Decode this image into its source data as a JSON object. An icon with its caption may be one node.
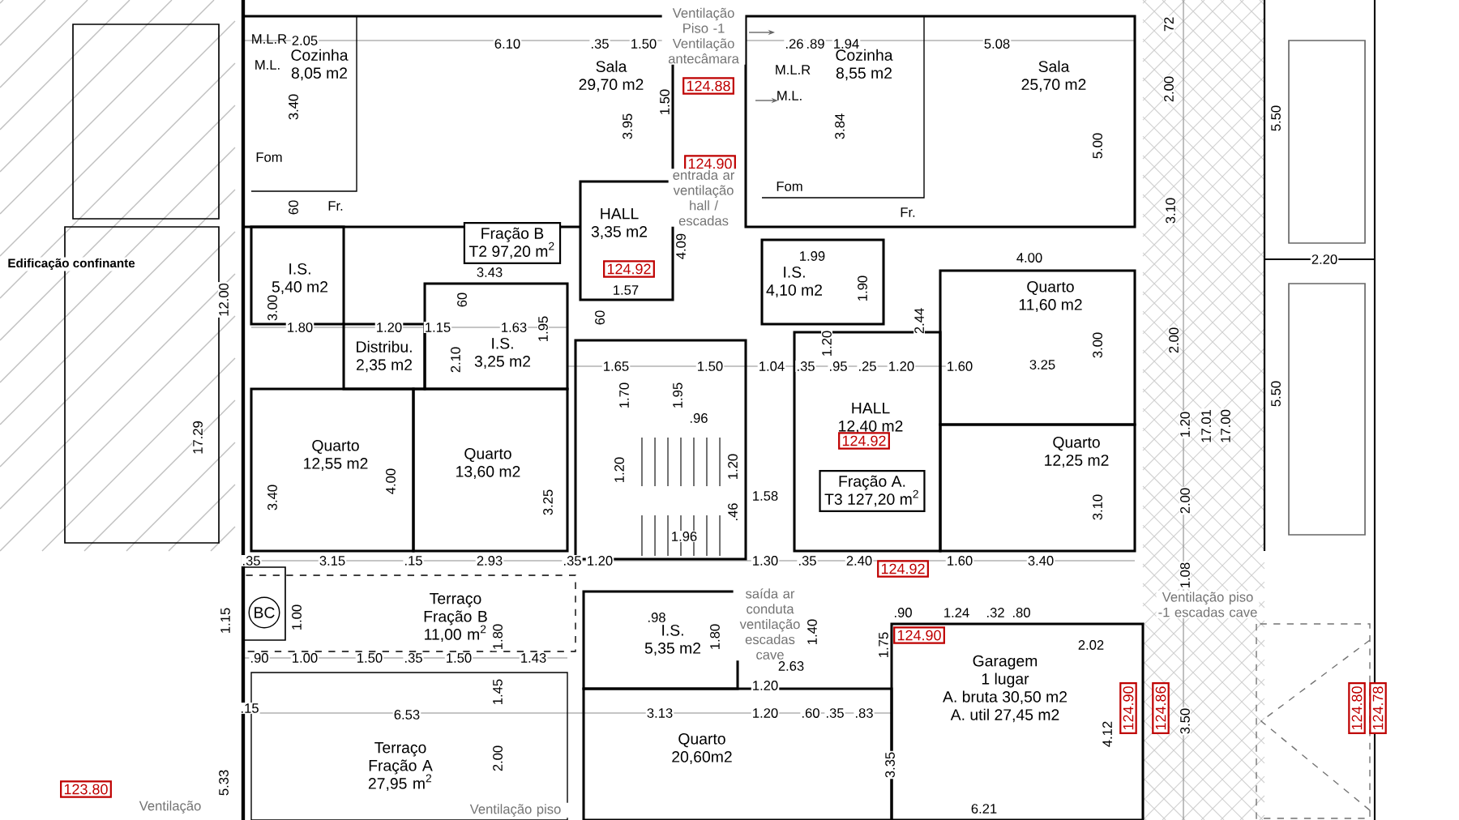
{
  "diagram": {
    "nodes": [
      {
        "text": [
          "Cozinha",
          "8,05 m2"
        ]
      },
      {
        "text": [
          "Sala",
          "29,70 m2"
        ]
      },
      {
        "text": [
          "Cozinha",
          "8,55 m2"
        ]
      },
      {
        "text": [
          "Sala",
          "25,70 m2"
        ]
      },
      {
        "text": [
          "Fração B",
          "T2 97,20 m$^{2}$"
        ]
      },
      {
        "text": [
          "HALL",
          "3,35 m2"
        ]
      },
      {
        "text": [
          "I.S.",
          "5,40 m2"
        ]
      },
      {
        "text": [
          "I.S.",
          "4,10 m2"
        ]
      },
      {
        "text": [
          "Quarto",
          "11,60 m2"
        ]
      },
      {
        "text": [
          "Distribu.",
          "2,35 m2"
        ]
      },
      {
        "text": [
          "I.S.",
          "3,25 m2"
        ]
      },
      {
        "text": [
          "HALL",
          "12,40 m2"
        ]
      },
      {
        "text": [
          "Quarto",
          "12,55 m2"
        ]
      },
      {
        "text": [
          "Quarto",
          "13,60 m2"
        ]
      },
      {
        "text": [
          "Quarto",
          "12,25 m2"
        ]
      },
      {
        "text": [
          "Fração A.",
          "T3 127,20 m$^{2}$"
        ]
      },
      {
        "text": [
          "BC"
        ]
      },
      {
        "text": [
          "Terraço Fração B",
          "11,00 m$^{2}$"
        ]
      },
      {
        "text": [
          "I.S.",
          "5,35 m2"
        ]
      },
      {
        "text": [
          "Quarto",
          "20,60m2"
        ]
      },
      {
        "text": [
          "Terraço Fração A",
          "27,95 m$^{2}$"
        ]
      },
      {
        "text": [
          "Garagem",
          "1 lugar",
          "A. bruta 30,50 m2",
          "A. util 27,45 m2"
        ]
      },
      {
        "text": [
          "124.88"
        ]
      },
      {
        "text": [
          "124.90"
        ]
      },
      {
        "text": [
          "124.92"
        ]
      },
      {
        "text": [
          "124.92"
        ]
      },
      {
        "text": [
          "124.92"
        ]
      },
      {
        "text": [
          "124.90"
        ]
      },
      {
        "text": [
          "123.80"
        ]
      },
      {
        "text": [
          "124.90"
        ]
      },
      {
        "text": [
          "124.86"
        ]
      },
      {
        "text": [
          "124.80"
        ]
      },
      {
        "text": [
          "124.78"
        ]
      }
    ],
    "labels": [
      "Edificação confinante",
      "M.L.R",
      "M.L.",
      "Fom",
      "Fr.",
      "M.L.R",
      "M.L.",
      "Fom",
      "Fr.",
      "Ventilação Piso -1 Ventilação antecâmara",
      "entrada ar ventilação hall / escadas",
      "saída ar conduta ventilação escadas cave",
      "Ventilação piso -1 escadas cave",
      "Ventilação",
      "Ventilação piso",
      "2.05",
      "6.10",
      ".35",
      "1.50",
      ".26",
      ".89",
      "1.94",
      "5.08",
      "72",
      "3.40",
      "3.95",
      "1.50",
      "3.84",
      "5.00",
      "2.00",
      "3.10",
      "2.00",
      "5.50",
      "2.20",
      "5.50",
      "4.00",
      "3.25",
      "3.00",
      "60",
      "4.09",
      "3.43",
      "1.57",
      "1.99",
      "1.90",
      "1.63",
      "1.95",
      "2.10",
      "60",
      "60",
      "1.80",
      "1.20",
      "1.15",
      "12.00",
      "3.00",
      "1.65",
      "1.50",
      "1.04",
      ".35",
      ".95",
      ".25",
      "1.20",
      "1.60",
      "2.44",
      "1.20",
      "1.70",
      "1.95",
      "17.29",
      "4.00",
      "3.40",
      "3.25",
      ".96",
      "1.20",
      "1.20",
      "1.58",
      ".46",
      "1.96",
      "3.10",
      "1.20",
      "17.01",
      "17.00",
      "2.00",
      "1.08",
      ".35",
      "3.15",
      ".15",
      "2.93",
      ".35",
      "1.20",
      "1.30",
      ".35",
      "2.40",
      "1.60",
      "3.40",
      "1.15",
      "1.00",
      ".90",
      "1.00",
      "1.50",
      ".35",
      "1.50",
      "1.80",
      "1.43",
      ".98",
      "1.80",
      "1.40",
      "2.63",
      "1.20",
      ".90",
      "1.24",
      ".32",
      ".80",
      "2.02",
      "1.75",
      ".15",
      "6.53",
      "3.13",
      "1.20",
      ".60",
      ".35",
      ".83",
      "1.45",
      "5.33",
      "2.00",
      "3.35",
      "4.12",
      "3.50",
      "6.21"
    ]
  }
}
